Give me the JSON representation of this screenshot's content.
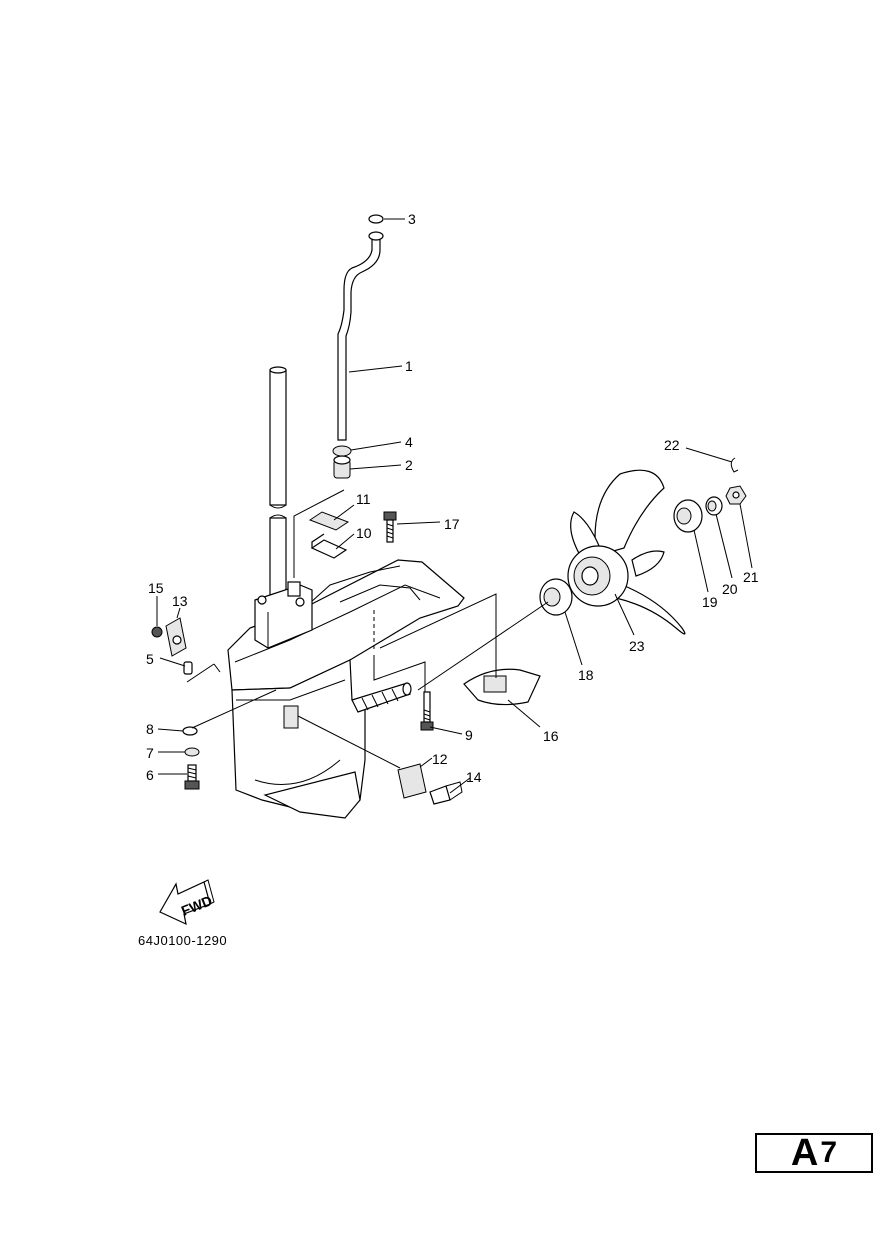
{
  "catalog_code": "64J0100-1290",
  "page_badge": {
    "letter": "A",
    "number": "7"
  },
  "fwd_label": "FWD",
  "callouts": [
    "1",
    "2",
    "3",
    "4",
    "5",
    "6",
    "7",
    "8",
    "9",
    "10",
    "11",
    "12",
    "13",
    "14",
    "15",
    "16",
    "17",
    "18",
    "19",
    "20",
    "21",
    "22",
    "23"
  ]
}
